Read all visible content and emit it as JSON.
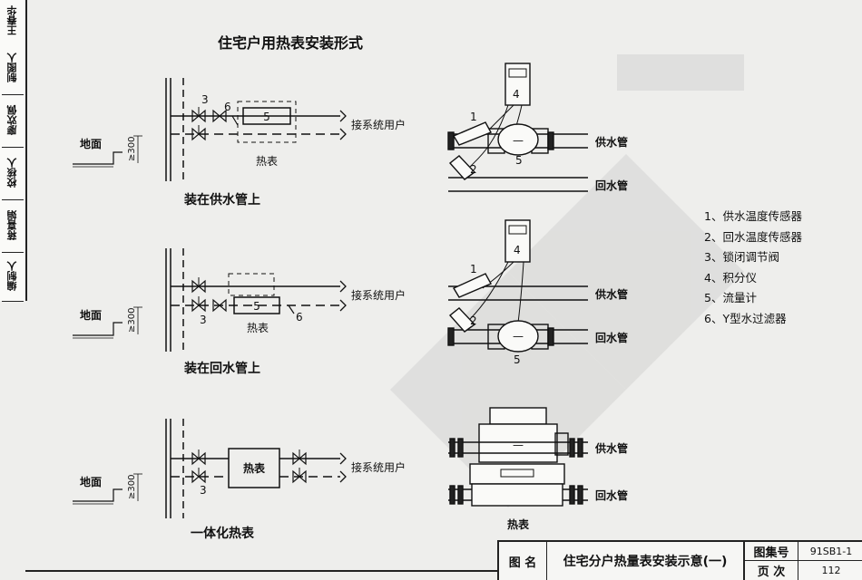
{
  "diagram": {
    "title": "住宅户用热表安装形式",
    "sections": [
      {
        "caption": "装在供水管上",
        "ground_label": "地面",
        "height_label": "≥300",
        "meter_label": "热表",
        "user_label": "接系统用户",
        "callouts": [
          "3",
          "6",
          "5"
        ]
      },
      {
        "caption": "装在回水管上",
        "ground_label": "地面",
        "height_label": "≥300",
        "meter_label": "热表",
        "user_label": "接系统用户",
        "callouts": [
          "5",
          "3",
          "6"
        ]
      },
      {
        "caption": "一体化热表",
        "ground_label": "地面",
        "height_label": "≥300",
        "meter_label": "热表",
        "user_label": "接系统用户",
        "callouts": [
          "3"
        ]
      }
    ],
    "pipe_labels": {
      "supply": "供水管",
      "return": "回水管"
    },
    "detail_numbers": [
      "1",
      "2",
      "4",
      "5",
      "—"
    ],
    "detail_bottom_label": "热表",
    "legend": [
      "1、供水温度传感器",
      "2、回水温度传感器",
      "3、锁闭调节阀",
      "4、积分仪",
      "5、流量计",
      "6、Y型水过滤器"
    ]
  },
  "sidebar": {
    "labels": [
      "王春华",
      "制图人",
      "廖欢佩",
      "校核人",
      "蒋喜娟",
      "编制人"
    ]
  },
  "title_block": {
    "name_label": "图 名",
    "drawing_title": "住宅分户热量表安装示意(一)",
    "atlas_label": "图集号",
    "atlas_value": "91SB1-1",
    "page_label": "页 次",
    "page_value": "112"
  }
}
